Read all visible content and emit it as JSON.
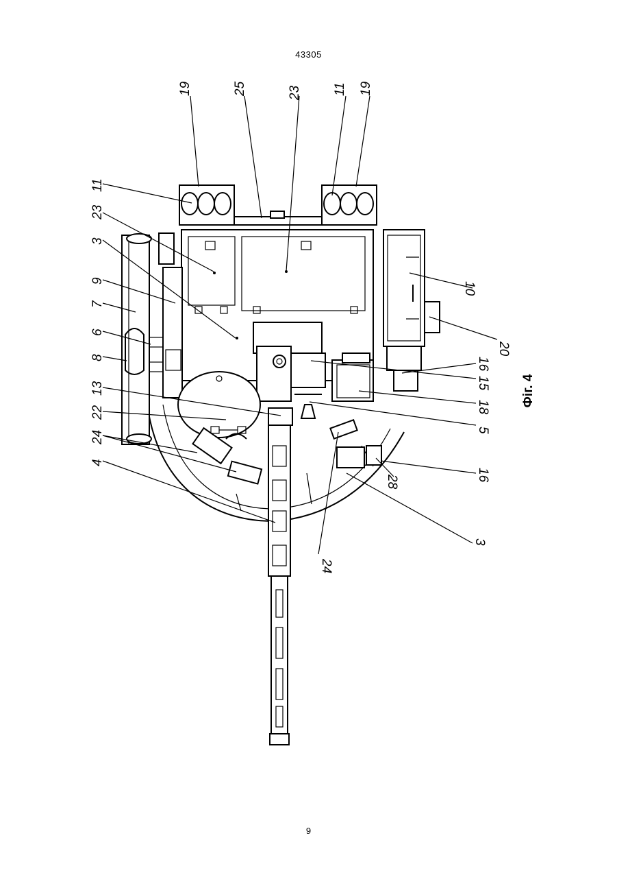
{
  "header": {
    "document_number": "43305"
  },
  "footer": {
    "page_number": "9"
  },
  "figure": {
    "caption": "Фіг. 4",
    "labels": {
      "l19a": "19",
      "l25": "25",
      "l23a": "23",
      "l11b": "11",
      "l19b": "19",
      "l11a": "11",
      "l23b": "23",
      "l3a": "3",
      "l9": "9",
      "l7": "7",
      "l6": "6",
      "l8": "8",
      "l13": "13",
      "l22": "22",
      "l24a": "24",
      "l4": "4",
      "l10": "10",
      "l20": "20",
      "l16a": "16",
      "l15": "15",
      "l18": "18",
      "l5": "5",
      "l16b": "16",
      "l28": "28",
      "l3b": "3",
      "l24b": "24"
    }
  }
}
